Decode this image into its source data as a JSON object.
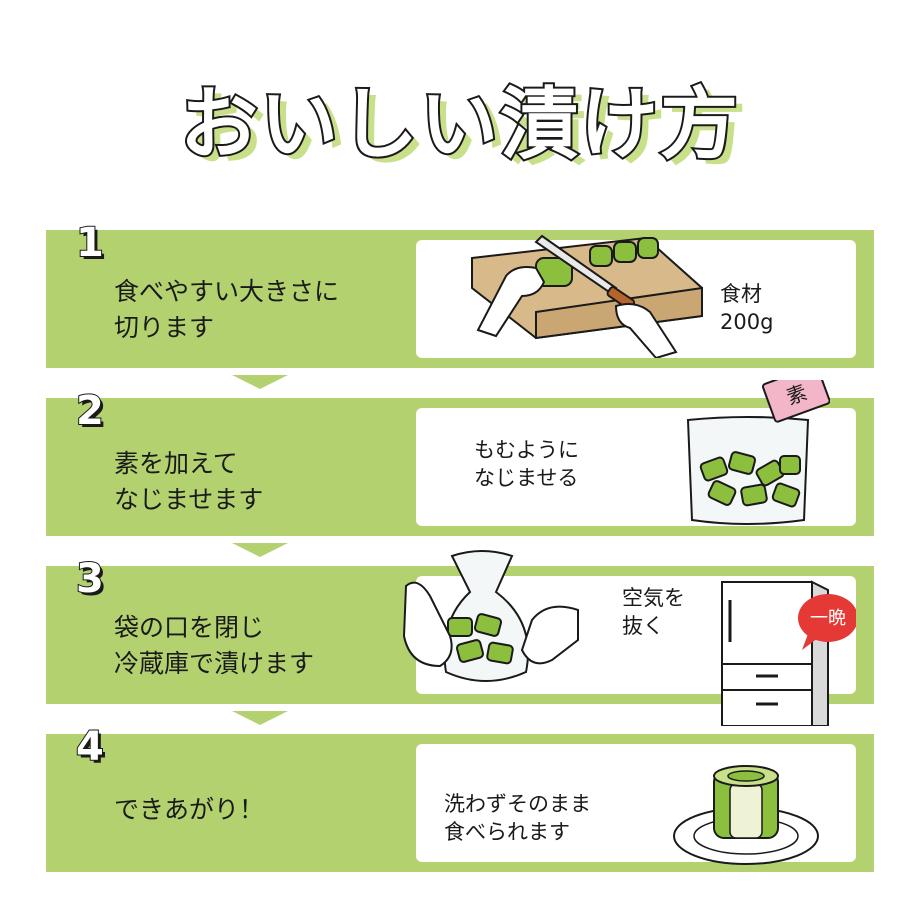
{
  "title": "おいしい漬け方",
  "steps": [
    {
      "number": "1",
      "line1": "食べやすい大きさに",
      "line2": "切ります",
      "note_line1": "食材",
      "note_line2": "200g"
    },
    {
      "number": "2",
      "line1": "素を加えて",
      "line2": "なじませます",
      "note_line1": "もむように",
      "note_line2": "なじませる",
      "pack_label": "素"
    },
    {
      "number": "3",
      "line1": "袋の口を閉じ",
      "line2": "冷蔵庫で漬けます",
      "note_line1": "空気を",
      "note_line2": "抜く",
      "bubble": "一晩"
    },
    {
      "number": "4",
      "line1": "できあがり！",
      "note_line1": "洗わずそのまま",
      "note_line2": "食べられます"
    }
  ],
  "colors": {
    "accent_green": "#b3d26f",
    "light_green": "#c9e08a",
    "veg_green": "#8dbf3f",
    "bubble_red": "#e53935",
    "pack_pink": "#f2b6c8"
  }
}
